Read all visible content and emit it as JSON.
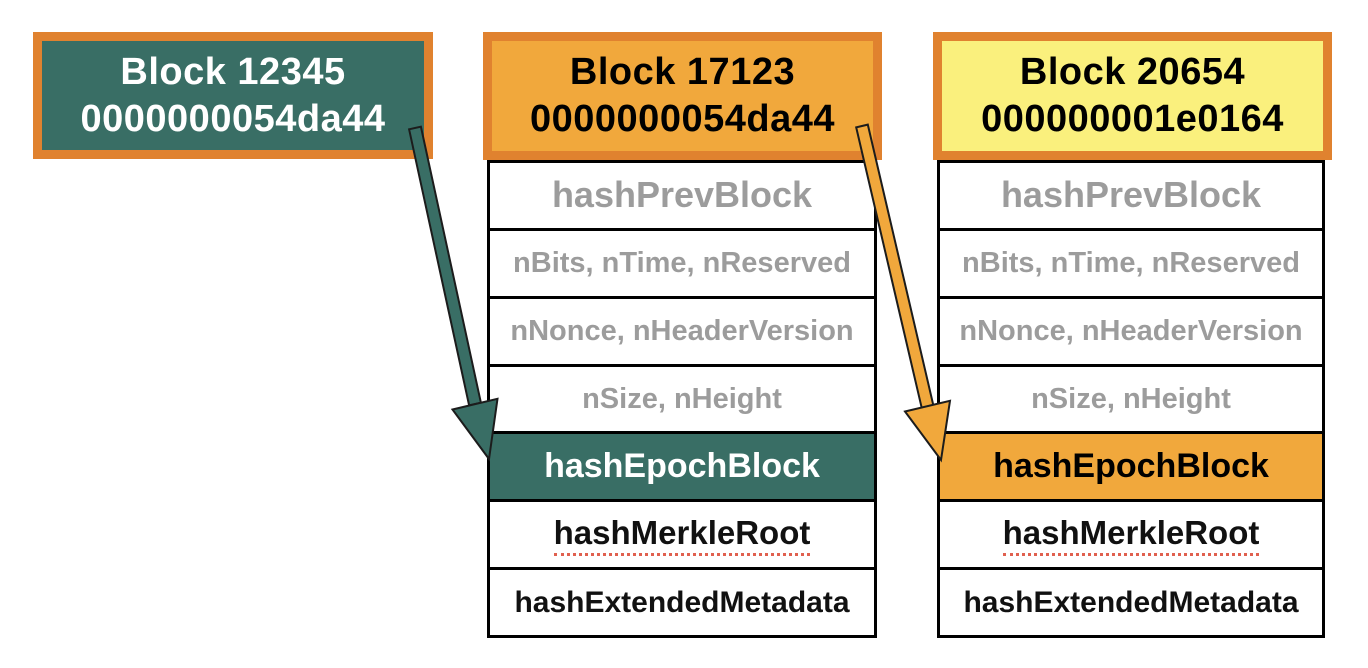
{
  "colors": {
    "teal": "#396E65",
    "orange": "#F1A83C",
    "orange-border": "#E0822F",
    "yellow": "#FAF07D",
    "muted-text": "#9C9C9C",
    "black-text": "#111111",
    "row-border": "#000000",
    "underline-red": "#E0604F",
    "arrow-outline": "#1C1C1C"
  },
  "blocks": [
    {
      "title_line1": "Block 12345",
      "title_line2": "0000000054da44",
      "header_bg": "#396E65",
      "header_text_color": "#FFFFFF",
      "border_color": "#E0822F",
      "rows": []
    },
    {
      "title_line1": "Block 17123",
      "title_line2": "0000000054da44",
      "header_bg": "#F1A83C",
      "header_text_color": "#000000",
      "border_color": "#E0822F",
      "rows": [
        {
          "label": "hashPrevBlock"
        },
        {
          "label": "nBits, nTime, nReserved"
        },
        {
          "label": "nNonce, nHeaderVersion"
        },
        {
          "label": "nSize, nHeight"
        },
        {
          "label": "hashEpochBlock",
          "highlight": "#396E65"
        },
        {
          "label": "hashMerkleRoot",
          "underline": "red-dotted"
        },
        {
          "label": "hashExtendedMetadata"
        }
      ]
    },
    {
      "title_line1": "Block 20654",
      "title_line2": "000000001e0164",
      "header_bg": "#FAF07D",
      "header_text_color": "#000000",
      "border_color": "#E0822F",
      "rows": [
        {
          "label": "hashPrevBlock"
        },
        {
          "label": "nBits, nTime, nReserved"
        },
        {
          "label": "nNonce, nHeaderVersion"
        },
        {
          "label": "nSize, nHeight"
        },
        {
          "label": "hashEpochBlock",
          "highlight": "#F1A83C"
        },
        {
          "label": "hashMerkleRoot",
          "underline": "red-dotted"
        },
        {
          "label": "hashExtendedMetadata"
        }
      ]
    }
  ],
  "arrows": [
    {
      "name": "epoch-arrow-teal",
      "from": "Block 12345 header",
      "to": "Block 17123 hashEpochBlock",
      "color": "#396E65"
    },
    {
      "name": "epoch-arrow-orange",
      "from": "Block 17123 header",
      "to": "Block 20654 hashEpochBlock",
      "color": "#F1A83C"
    }
  ]
}
